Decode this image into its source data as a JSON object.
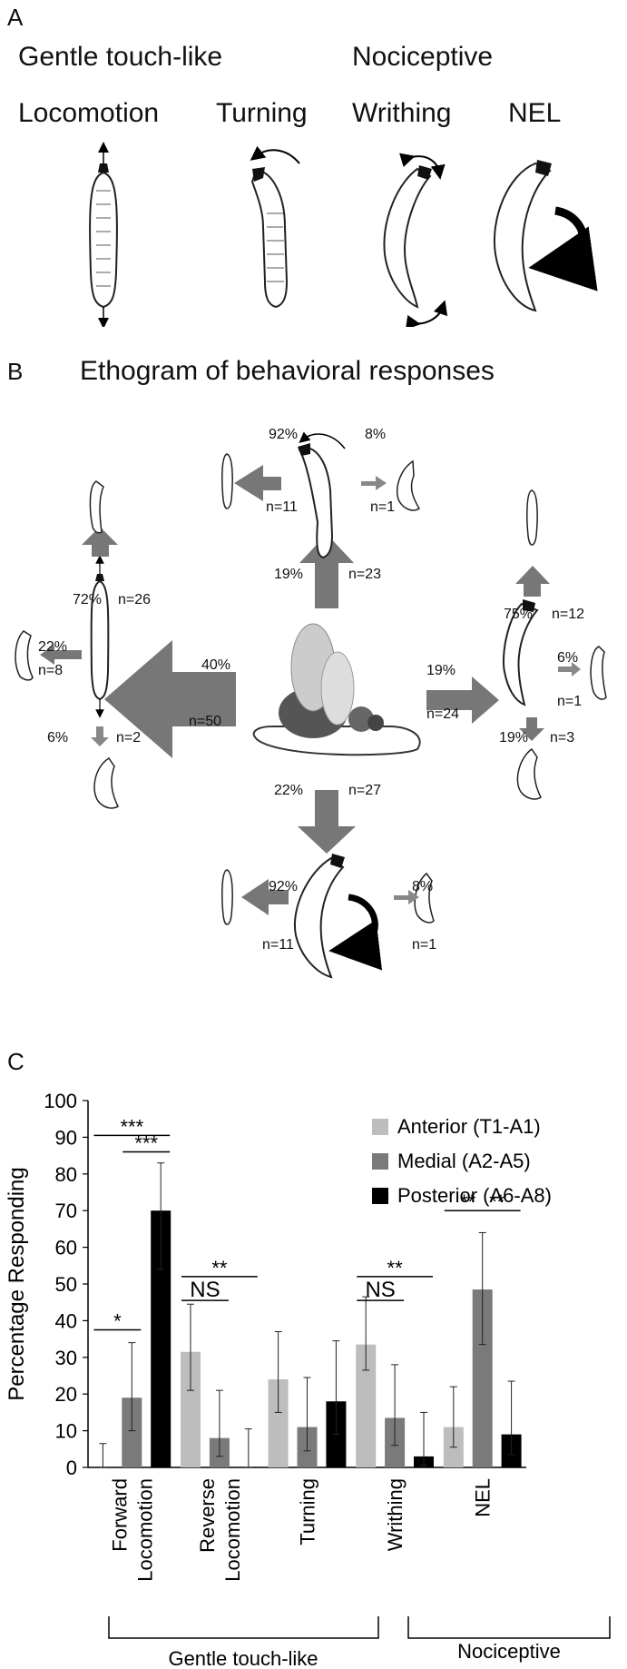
{
  "panel_a": {
    "letter": "A",
    "group_gentle": "Gentle touch-like",
    "group_nociceptive": "Nociceptive",
    "behaviors": [
      "Locomotion",
      "Turning",
      "Writhing",
      "NEL"
    ]
  },
  "panel_b": {
    "letter": "B",
    "title": "Ethogram of behavioral responses",
    "center_to_left": {
      "pct": "40%",
      "n": "n=50"
    },
    "center_to_top": {
      "pct": "19%",
      "n": "n=23"
    },
    "center_to_right": {
      "pct": "19%",
      "n": "n=24"
    },
    "center_to_bottom": {
      "pct": "22%",
      "n": "n=27"
    },
    "top_left": {
      "pct": "92%",
      "n": "n=11"
    },
    "top_right": {
      "pct": "8%",
      "n": "n=1"
    },
    "left_up": {
      "pct": "72%",
      "n": "n=26"
    },
    "left_left": {
      "pct": "22%",
      "n": "n=8"
    },
    "left_down": {
      "pct": "6%",
      "n": "n=2"
    },
    "right_up": {
      "pct": "75%",
      "n": "n=12"
    },
    "right_right": {
      "pct": "6%",
      "n": "n=1"
    },
    "right_down": {
      "pct": "19%",
      "n": "n=3"
    },
    "bottom_left": {
      "pct": "92%",
      "n": "n=11"
    },
    "bottom_right": {
      "pct": "8%",
      "n": "n=1"
    }
  },
  "panel_c": {
    "letter": "C",
    "group_labels": [
      "Gentle touch-like",
      "Nociceptive"
    ]
  },
  "chart_data": {
    "type": "bar",
    "ylabel": "Percentage Responding",
    "ylim": [
      0,
      100
    ],
    "yticks": [
      0,
      10,
      20,
      30,
      40,
      50,
      60,
      70,
      80,
      90,
      100
    ],
    "categories": [
      [
        "Forward",
        "Locomotion"
      ],
      [
        "Reverse",
        "Locomotion"
      ],
      [
        "Turning"
      ],
      [
        "Writhing"
      ],
      [
        "NEL"
      ]
    ],
    "series": [
      {
        "name": "Anterior (T1-A1)",
        "color": "#bdbdbd",
        "values": [
          0,
          31.5,
          24,
          33.5,
          11
        ],
        "err_low": [
          0,
          21,
          15,
          26.5,
          5.5
        ],
        "err_high": [
          6.5,
          44.5,
          37,
          46.5,
          22
        ]
      },
      {
        "name": "Medial (A2-A5)",
        "color": "#7a7a7a",
        "values": [
          19,
          8,
          11,
          13.5,
          48.5
        ],
        "err_low": [
          10,
          3,
          4.5,
          6,
          33.5
        ],
        "err_high": [
          34,
          21,
          24.5,
          28,
          64
        ]
      },
      {
        "name": "Posterior (A6-A8)",
        "color": "#000000",
        "values": [
          70,
          0,
          18,
          3,
          9
        ],
        "err_low": [
          54,
          0,
          9,
          0.5,
          3.5
        ],
        "err_high": [
          83,
          10.5,
          34.5,
          15,
          23.5
        ]
      }
    ],
    "annotations": [
      {
        "group": 0,
        "text": "*",
        "from": 0,
        "to": 1,
        "y": 37.5,
        "underline": false
      },
      {
        "group": 0,
        "text": "***",
        "from": 0,
        "to": 2,
        "y": 90.5,
        "underline": false
      },
      {
        "group": 0,
        "text": "***",
        "from": 1,
        "to": 2,
        "y": 86,
        "underline": false
      },
      {
        "group": 1,
        "text": "NS",
        "from": 0,
        "to": 1,
        "y": 47,
        "underline": true
      },
      {
        "group": 1,
        "text": "**",
        "from": 0,
        "to": 2,
        "y": 52,
        "underline": false
      },
      {
        "group": 3,
        "text": "NS",
        "from": 0,
        "to": 1,
        "y": 47,
        "underline": true
      },
      {
        "group": 3,
        "text": "**",
        "from": 0,
        "to": 2,
        "y": 52,
        "underline": false
      },
      {
        "group": 4,
        "text": "**",
        "from": 0,
        "to": 1,
        "y": 70,
        "underline": false
      },
      {
        "group": 4,
        "text": "**",
        "from": 1,
        "to": 2,
        "y": 70,
        "underline": false
      }
    ]
  }
}
